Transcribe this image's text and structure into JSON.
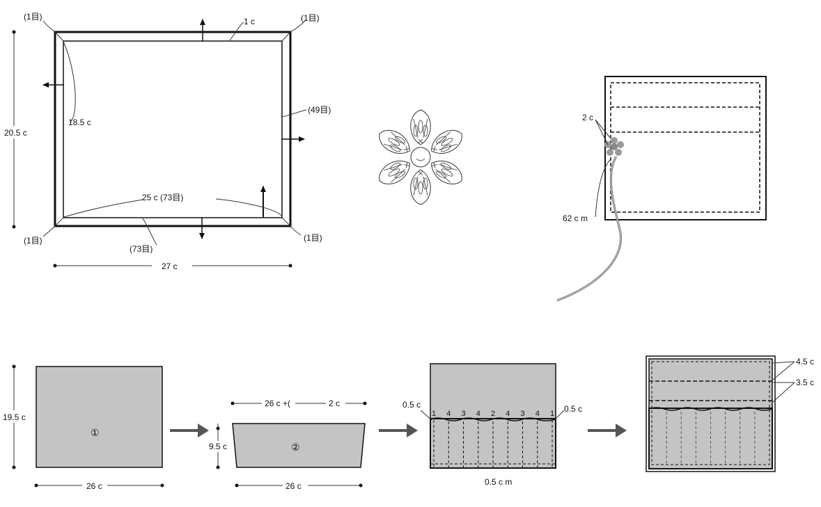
{
  "frame": {
    "corner_tl": "(1目)",
    "corner_tr": "(1目)",
    "corner_bl": "(1目)",
    "corner_br": "(1目)",
    "top_width": "1 c",
    "inner_height": "18.5 c",
    "right_count": "(49目)",
    "inner_width": "25 c (73目)",
    "bottom_count": "(73目)",
    "outer_height": "20.5 c",
    "outer_width": "27 c"
  },
  "bag": {
    "flower_size": "2 c",
    "cord_length": "62 c m"
  },
  "steps": {
    "panel1_height": "19.5 c",
    "panel1_width": "26 c",
    "panel1_number": "①",
    "panel2_top": "26 c +(",
    "panel2_top_extra": "2 c",
    "panel2_height": "9.5 c",
    "panel2_width": "26 c",
    "panel2_number": "②",
    "panel3_left_margin": "0.5 c",
    "panel3_right_margin": "0.5 c",
    "panel3_bottom": "0.5 c m",
    "panel3_pocket_numbers": [
      "1",
      "4",
      "3",
      "4",
      "2",
      "4",
      "3",
      "4",
      "1"
    ],
    "panel4_top_measure": "4.5 c",
    "panel4_second_measure": "3.5 c"
  },
  "colors": {
    "panel_fill": "#c4c4c4",
    "line": "#111111",
    "arrow": "#555555"
  }
}
